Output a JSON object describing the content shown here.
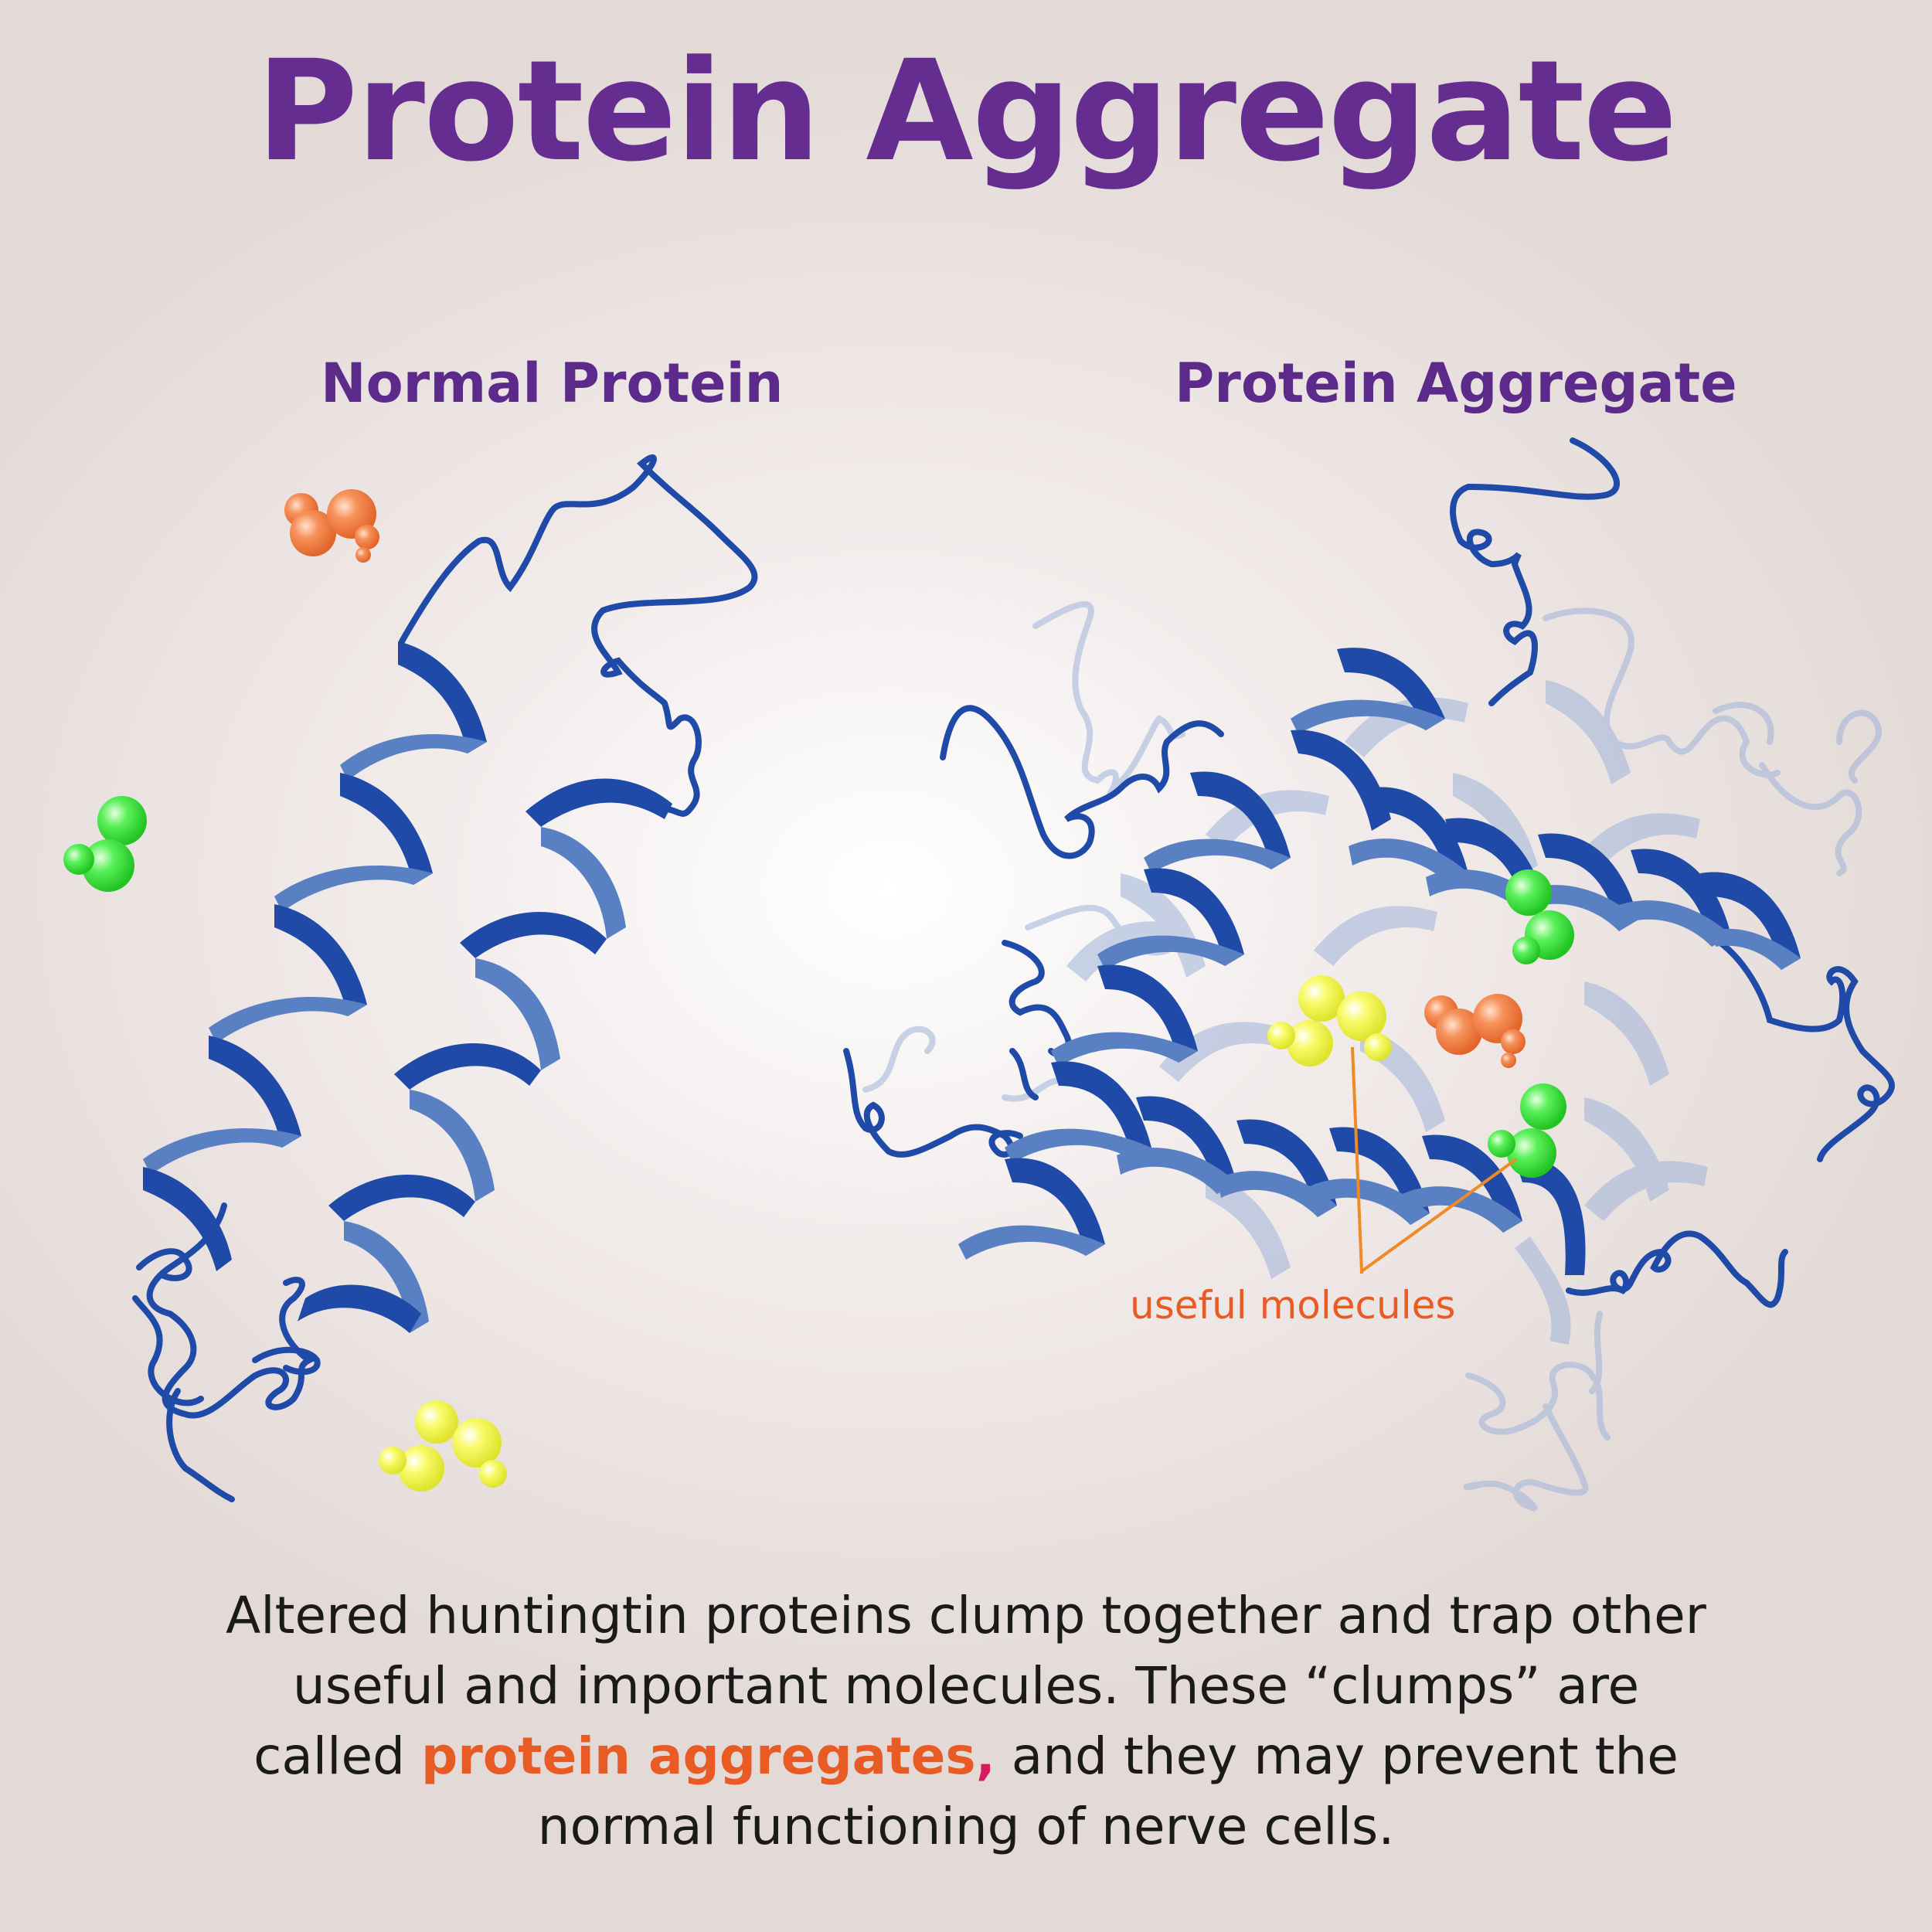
{
  "title": "Protein Aggregate",
  "panels": {
    "left_label": "Normal Protein",
    "right_label": "Protein Aggregate"
  },
  "annotation": "useful molecules",
  "caption": {
    "line1": "Altered huntingtin proteins clump together and trap other",
    "line2": "useful and important molecules. These “clumps” are",
    "line3_before": "called ",
    "line3_highlight": "protein aggregates",
    "line3_comma": ",",
    "line3_after": " and they may prevent the",
    "line4": "normal functioning of nerve cells."
  },
  "colors": {
    "title": "#662d91",
    "label": "#5b2a8a",
    "protein_dark": "#1f4aa8",
    "protein_light": "#5a80c4",
    "protein_faded": "#9fb3d8",
    "highlight": "#e95b25",
    "molecule_green": "#3de03d",
    "molecule_yellow": "#f3f74a",
    "molecule_orange": "#f07a3e"
  }
}
